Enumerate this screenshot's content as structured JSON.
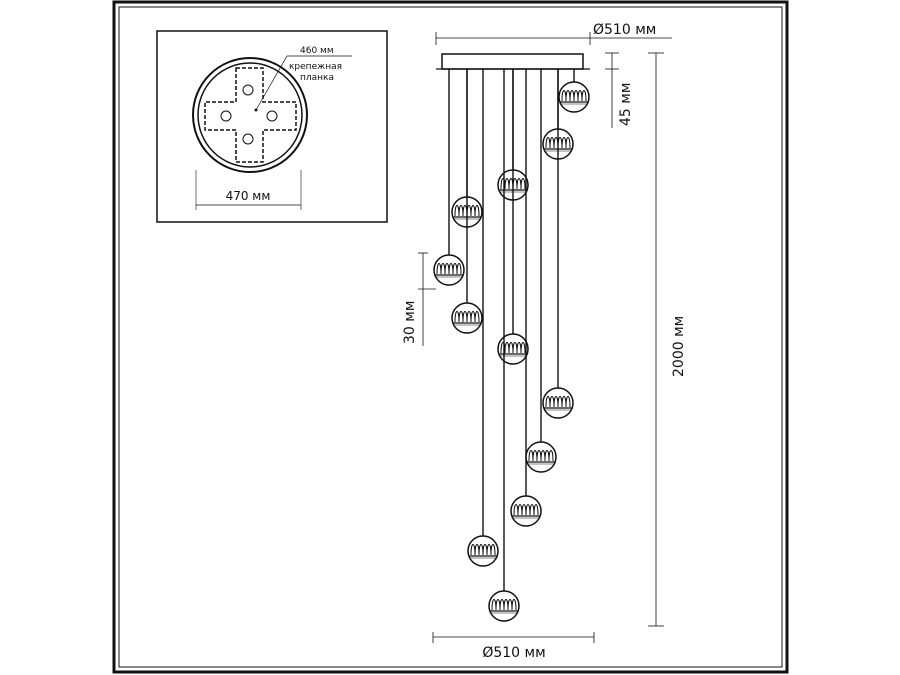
{
  "inset": {
    "plate_label": "460 мм",
    "plate_caption_line1": "крепежная",
    "plate_caption_line2": "планка",
    "width_label": "470 мм"
  },
  "dimensions": {
    "top_diameter": "Ø510 мм",
    "canopy_height": "45 мм",
    "total_height": "2000 мм",
    "ball_size": "30 мм",
    "bottom_diameter": "Ø510 мм"
  },
  "colors": {
    "line": "#111111",
    "background": "#ffffff"
  }
}
